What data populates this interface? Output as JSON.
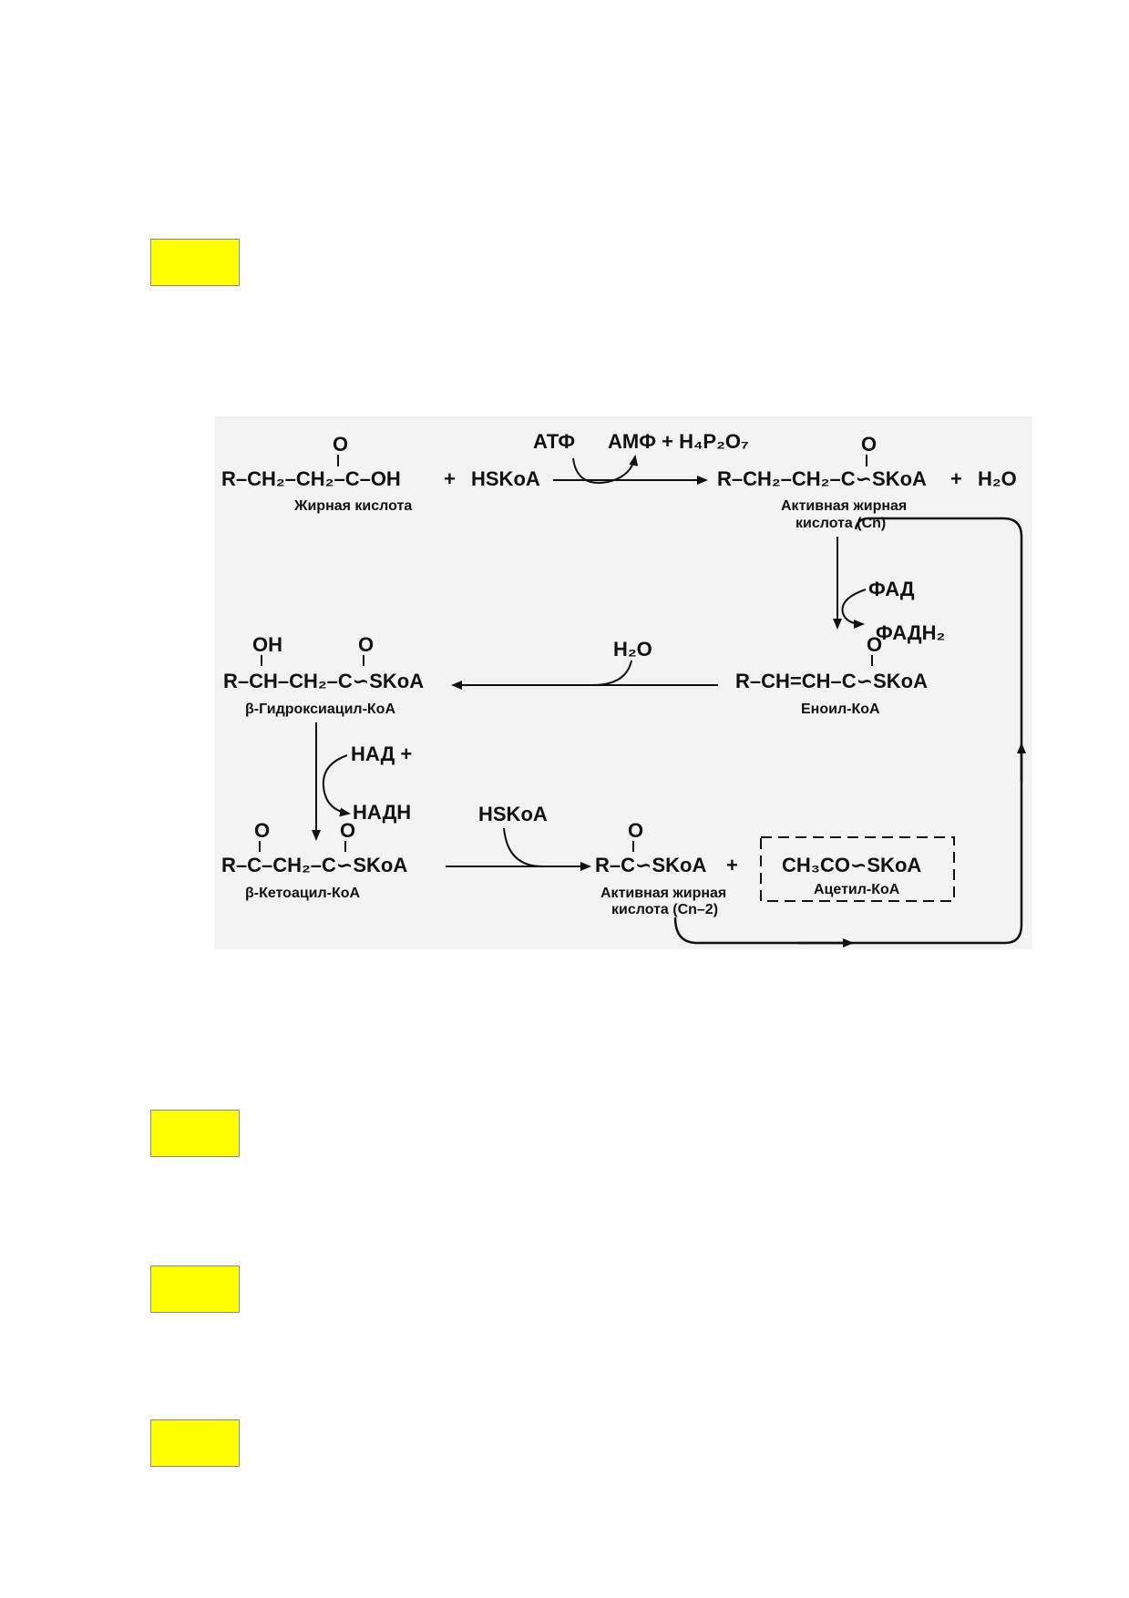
{
  "markers": {
    "color": "#ffff00",
    "border": "#8c8c8c"
  },
  "scheme": {
    "row1": {
      "acid_formula": "R–CH₂–CH₂–C–OH",
      "acid_o": "O",
      "acid_name": "Жирная кислота",
      "plus1": "+",
      "hscoa": "HSKoA",
      "atp": "АТФ",
      "amp": "АМФ + H₄P₂O₇",
      "active_formula": "R–CH₂–CH₂–C∽SKoA",
      "active_o": "O",
      "plus2": "+",
      "water": "H₂O",
      "active_name_line1": "Активная жирная",
      "active_name_line2": "кислота (Cn)"
    },
    "row2": {
      "fad": "ФАД",
      "fadh2": "ФАДН₂",
      "enoyl_formula": "R–CH=CH–C∽SKoA",
      "enoyl_o": "O",
      "enoyl_name": "Еноил-КоА",
      "water": "H₂O",
      "hydroxy_oh": "OH",
      "hydroxy_o": "O",
      "hydroxy_formula": "R–CH–CH₂–C∽SKoA",
      "hydroxy_name": "β-Гидроксиацил-КоА"
    },
    "row3": {
      "nad": "НАД +",
      "nadh": "НАДН",
      "keto_o1": "O",
      "keto_o2": "O",
      "keto_formula": "R–C–CH₂–C∽SKoA",
      "keto_name": "β-Кетоацил-КоА",
      "hscoa": "HSKoA",
      "short_o": "O",
      "short_formula": "R–C∽SKoA",
      "plus": "+",
      "short_name_line1": "Активная жирная",
      "short_name_line2": "кислота (Cn–2)",
      "acetyl_formula": "CH₃CO∽SKoA",
      "acetyl_name": "Ацетил-КоА"
    }
  }
}
